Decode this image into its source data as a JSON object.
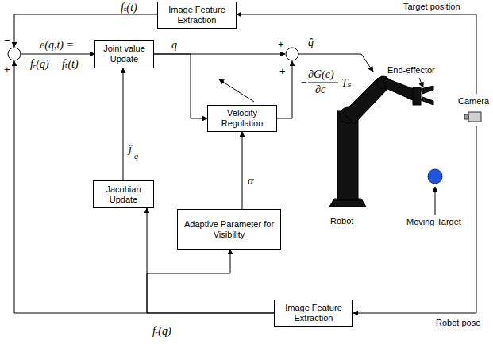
{
  "diagram": {
    "nodes": [
      {
        "text": [
          "Image Feature Extraction"
        ]
      },
      {
        "text": [
          "Joint value Update"
        ]
      },
      {
        "text": [
          "Velocity Regulation"
        ]
      },
      {
        "text": [
          "Jacobian Update"
        ]
      },
      {
        "text": [
          "Adaptive Parameter for Visibility"
        ]
      },
      {
        "text": [
          "Image Feature Extraction"
        ]
      }
    ],
    "edges": [
      {
        "from": 3,
        "to": 1,
        "arrow": "to"
      },
      {
        "from": 1,
        "to": 2,
        "arrow": "to"
      },
      {
        "from": 4,
        "to": 2,
        "arrow": "to"
      },
      {
        "from": 5,
        "to": 3,
        "arrow": "to"
      },
      {
        "from": 5,
        "to": 4,
        "arrow": "to"
      }
    ],
    "labels": [
      "fₜ(t)",
      "Target position",
      "−",
      "+",
      "e(q,t) =",
      "fᵣ(q) − fₜ(t)",
      "q",
      "+",
      "+",
      "q̂",
      "−",
      "∂G(c)",
      "∂c",
      "Tₛ",
      "ĵ",
      "q",
      "α",
      "End-effector",
      "Camera",
      "Robot",
      "Moving Target",
      "fᵣ(q)",
      "Robot pose"
    ]
  }
}
